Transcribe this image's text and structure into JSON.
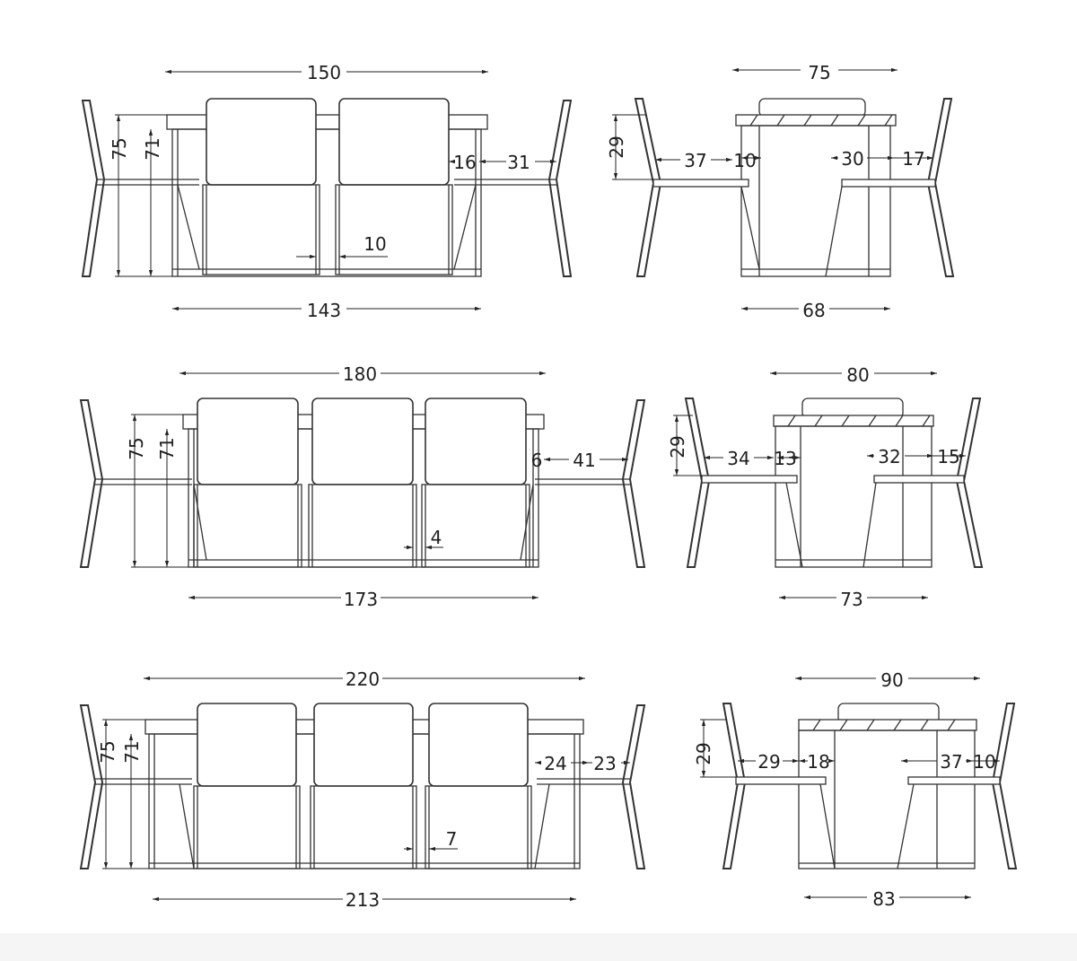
{
  "sets": [
    {
      "front": {
        "table_length": "150",
        "table_height": "75",
        "leg_height": "71",
        "chair_gap": "16",
        "chair_depth": "31",
        "seat_spacing": "10",
        "inner_length": "143"
      },
      "side": {
        "table_width": "75",
        "seat_height": "29",
        "seat_depth_left": "37",
        "offset_left": "10",
        "seat_depth_right": "30",
        "offset_right": "17",
        "inner_width": "68"
      }
    },
    {
      "front": {
        "table_length": "180",
        "table_height": "75",
        "leg_height": "71",
        "chair_gap": "6",
        "chair_depth": "41",
        "seat_spacing": "4",
        "inner_length": "173"
      },
      "side": {
        "table_width": "80",
        "seat_height": "29",
        "seat_depth_left": "34",
        "offset_left": "13",
        "seat_depth_right": "32",
        "offset_right": "15",
        "inner_width": "73"
      }
    },
    {
      "front": {
        "table_length": "220",
        "table_height": "75",
        "leg_height": "71",
        "chair_gap": "24",
        "chair_depth": "23",
        "seat_spacing": "7",
        "inner_length": "213"
      },
      "side": {
        "table_width": "90",
        "seat_height": "29",
        "seat_depth_left": "29",
        "offset_left": "18",
        "seat_depth_right": "37",
        "offset_right": "10",
        "inner_width": "83"
      }
    }
  ],
  "colors": {
    "line": "#333333",
    "text": "#1e1e1e",
    "background": "#ffffff",
    "footer": "#f5f5f5"
  }
}
